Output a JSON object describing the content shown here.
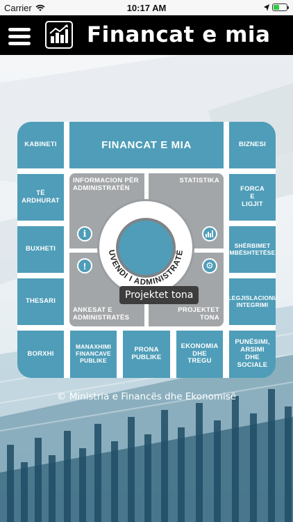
{
  "status_bar": {
    "carrier": "Carrier",
    "time": "10:17 AM"
  },
  "header": {
    "title": "Financat e mia"
  },
  "tiles": {
    "kabineti": "KABINETI",
    "financat_e_mia": "FINANCAT E MIA",
    "biznesi": "BIZNESI",
    "te_ardhurat": "TË ARDHURAT",
    "forca_e_ligjit": "FORCA E LIGJIT",
    "buxheti": "BUXHETI",
    "sherbimet": "SHËRBIMET MBËSHTETËSE",
    "thesari": "THESARI",
    "legjislacioni": "LEGJISLACIONI/ INTEGRIMI",
    "borxhi": "BORXHI",
    "manaxhimi": "MANAXHIMI FINANCAVE PUBLIKE",
    "prona": "PRONA PUBLIKE",
    "ekonomia": "EKONOMIA DHE TREGU",
    "punesimi": "PUNËSIMI, ARSIMI DHE SOCIALE"
  },
  "inner": {
    "informacion": "INFORMACION PËR ADMINISTRATËN",
    "statistika": "STATISTIKA",
    "ankesat": "ANKESAT E ADMINISTRATËS",
    "projektet": "PROJEKTET TONA",
    "ring_text": "KUVENDI I ADMINISTRATËS"
  },
  "tooltip": "Projektet tona",
  "footer": {
    "copyright": "© Ministria e Financës dhe Ekonomisë"
  },
  "colors": {
    "tile": "#4f9db8",
    "inner": "#a3a6a8",
    "header": "#000000"
  },
  "icons": [
    "wifi-icon",
    "battery-icon",
    "hamburger-menu-icon",
    "bar-chart-logo-icon",
    "info-icon",
    "exclamation-icon",
    "statistics-icon",
    "gears-icon"
  ],
  "battery_level": 0.45
}
